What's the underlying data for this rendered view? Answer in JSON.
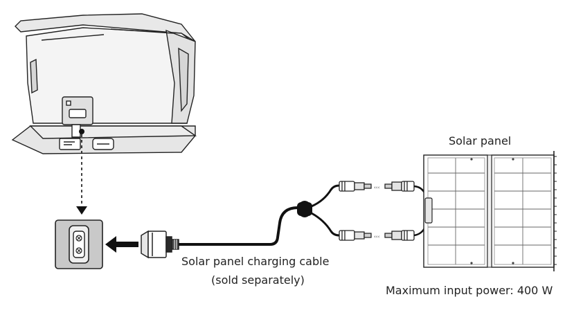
{
  "labels": {
    "solar_panel": "Solar panel",
    "cable_line1": "Solar panel charging cable",
    "cable_line2": "(sold separately)",
    "max_power": "Maximum input power: 400 W"
  },
  "icons": [
    "power-station-icon",
    "charging-port-icon",
    "ac-plug-icon",
    "mc4-connector-icon",
    "solar-panel-icon"
  ],
  "colors": {
    "line": "#222222",
    "fill_light": "#f2f2f2",
    "port_bg": "#c9c9c9"
  }
}
